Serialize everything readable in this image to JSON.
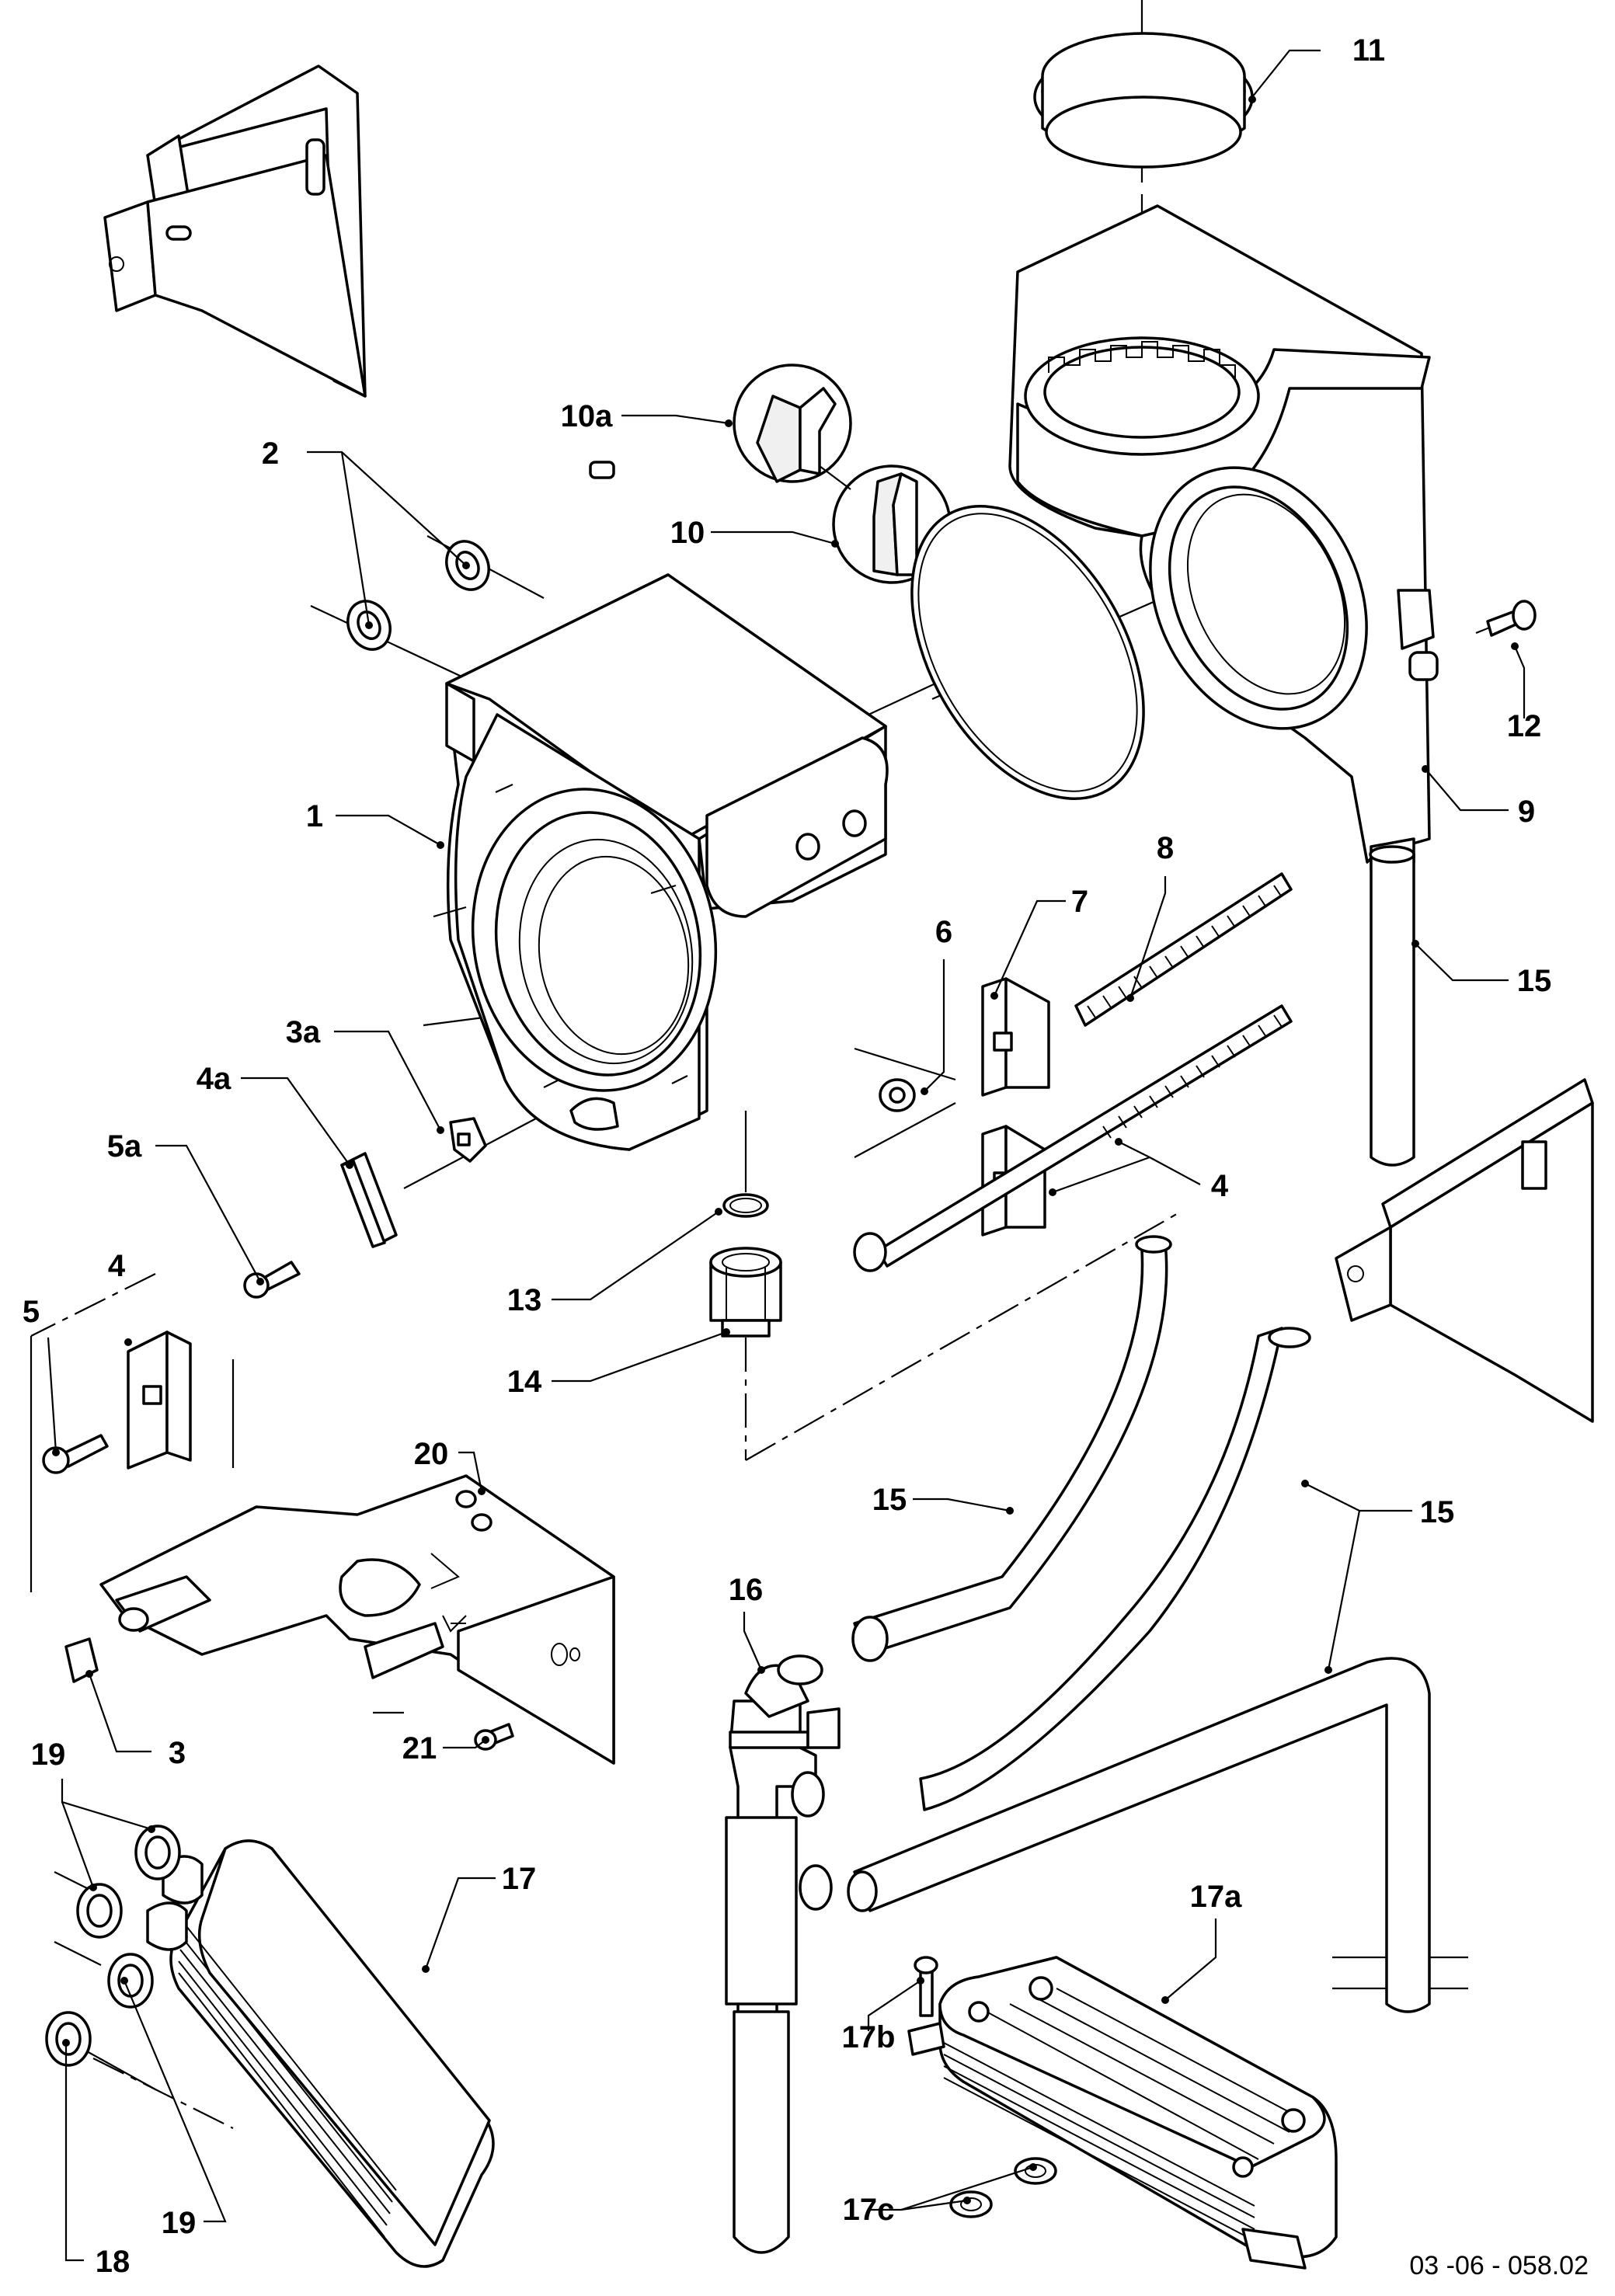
{
  "drawing": {
    "reference": "03 -06 - 058.02"
  },
  "callouts": [
    {
      "id": "c1",
      "label": "1"
    },
    {
      "id": "c2",
      "label": "2"
    },
    {
      "id": "c3",
      "label": "3"
    },
    {
      "id": "c3a",
      "label": "3a"
    },
    {
      "id": "c4-left",
      "label": "4"
    },
    {
      "id": "c4-right",
      "label": "4"
    },
    {
      "id": "c4a",
      "label": "4a"
    },
    {
      "id": "c5",
      "label": "5"
    },
    {
      "id": "c5a",
      "label": "5a"
    },
    {
      "id": "c6",
      "label": "6"
    },
    {
      "id": "c7",
      "label": "7"
    },
    {
      "id": "c8",
      "label": "8"
    },
    {
      "id": "c9",
      "label": "9"
    },
    {
      "id": "c10",
      "label": "10"
    },
    {
      "id": "c10a",
      "label": "10a"
    },
    {
      "id": "c11",
      "label": "11"
    },
    {
      "id": "c12",
      "label": "12"
    },
    {
      "id": "c13",
      "label": "13"
    },
    {
      "id": "c14",
      "label": "14"
    },
    {
      "id": "c15-a",
      "label": "15"
    },
    {
      "id": "c15-b",
      "label": "15"
    },
    {
      "id": "c15-c",
      "label": "15"
    },
    {
      "id": "c16",
      "label": "16"
    },
    {
      "id": "c17",
      "label": "17"
    },
    {
      "id": "c17a",
      "label": "17a"
    },
    {
      "id": "c17b",
      "label": "17b"
    },
    {
      "id": "c17c",
      "label": "17c"
    },
    {
      "id": "c18",
      "label": "18"
    },
    {
      "id": "c19-top",
      "label": "19"
    },
    {
      "id": "c19-bottom",
      "label": "19"
    },
    {
      "id": "c20",
      "label": "20"
    },
    {
      "id": "c21",
      "label": "21"
    }
  ]
}
